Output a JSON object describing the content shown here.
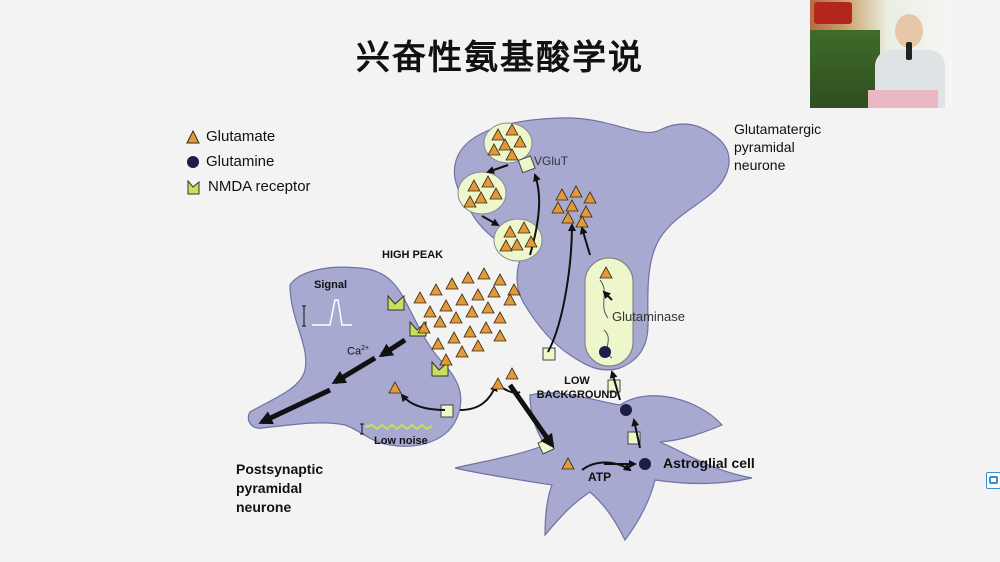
{
  "title": "兴奋性氨基酸学说",
  "legend": [
    {
      "label": "Glutamate",
      "icon": "triangle"
    },
    {
      "label": "Glutamine",
      "icon": "circle"
    },
    {
      "label": "NMDA receptor",
      "icon": "receptor"
    }
  ],
  "labels": {
    "glutamatergic": [
      "Glutamatergic",
      "pyramidal",
      "neurone"
    ],
    "postsynaptic": [
      "Postsynaptic",
      "pyramidal",
      "neurone"
    ],
    "astroglial": "Astroglial cell",
    "high_peak": "HIGH PEAK",
    "low_background": [
      "LOW",
      "BACKGROUND"
    ],
    "signal": "Signal",
    "ca": "Ca",
    "ca_sup": "2+",
    "low_noise": "Low noise",
    "vglut": "VGluT",
    "glutaminase": "Glutaminase",
    "atp": "ATP"
  },
  "colors": {
    "cell_fill": "#a7a9d0",
    "cell_stroke": "#6f72a3",
    "triangle": "#e09a3c",
    "vesicle": "#eef6cc",
    "receptor": "#c8e05a",
    "glutamine": "#1b1d4a"
  }
}
